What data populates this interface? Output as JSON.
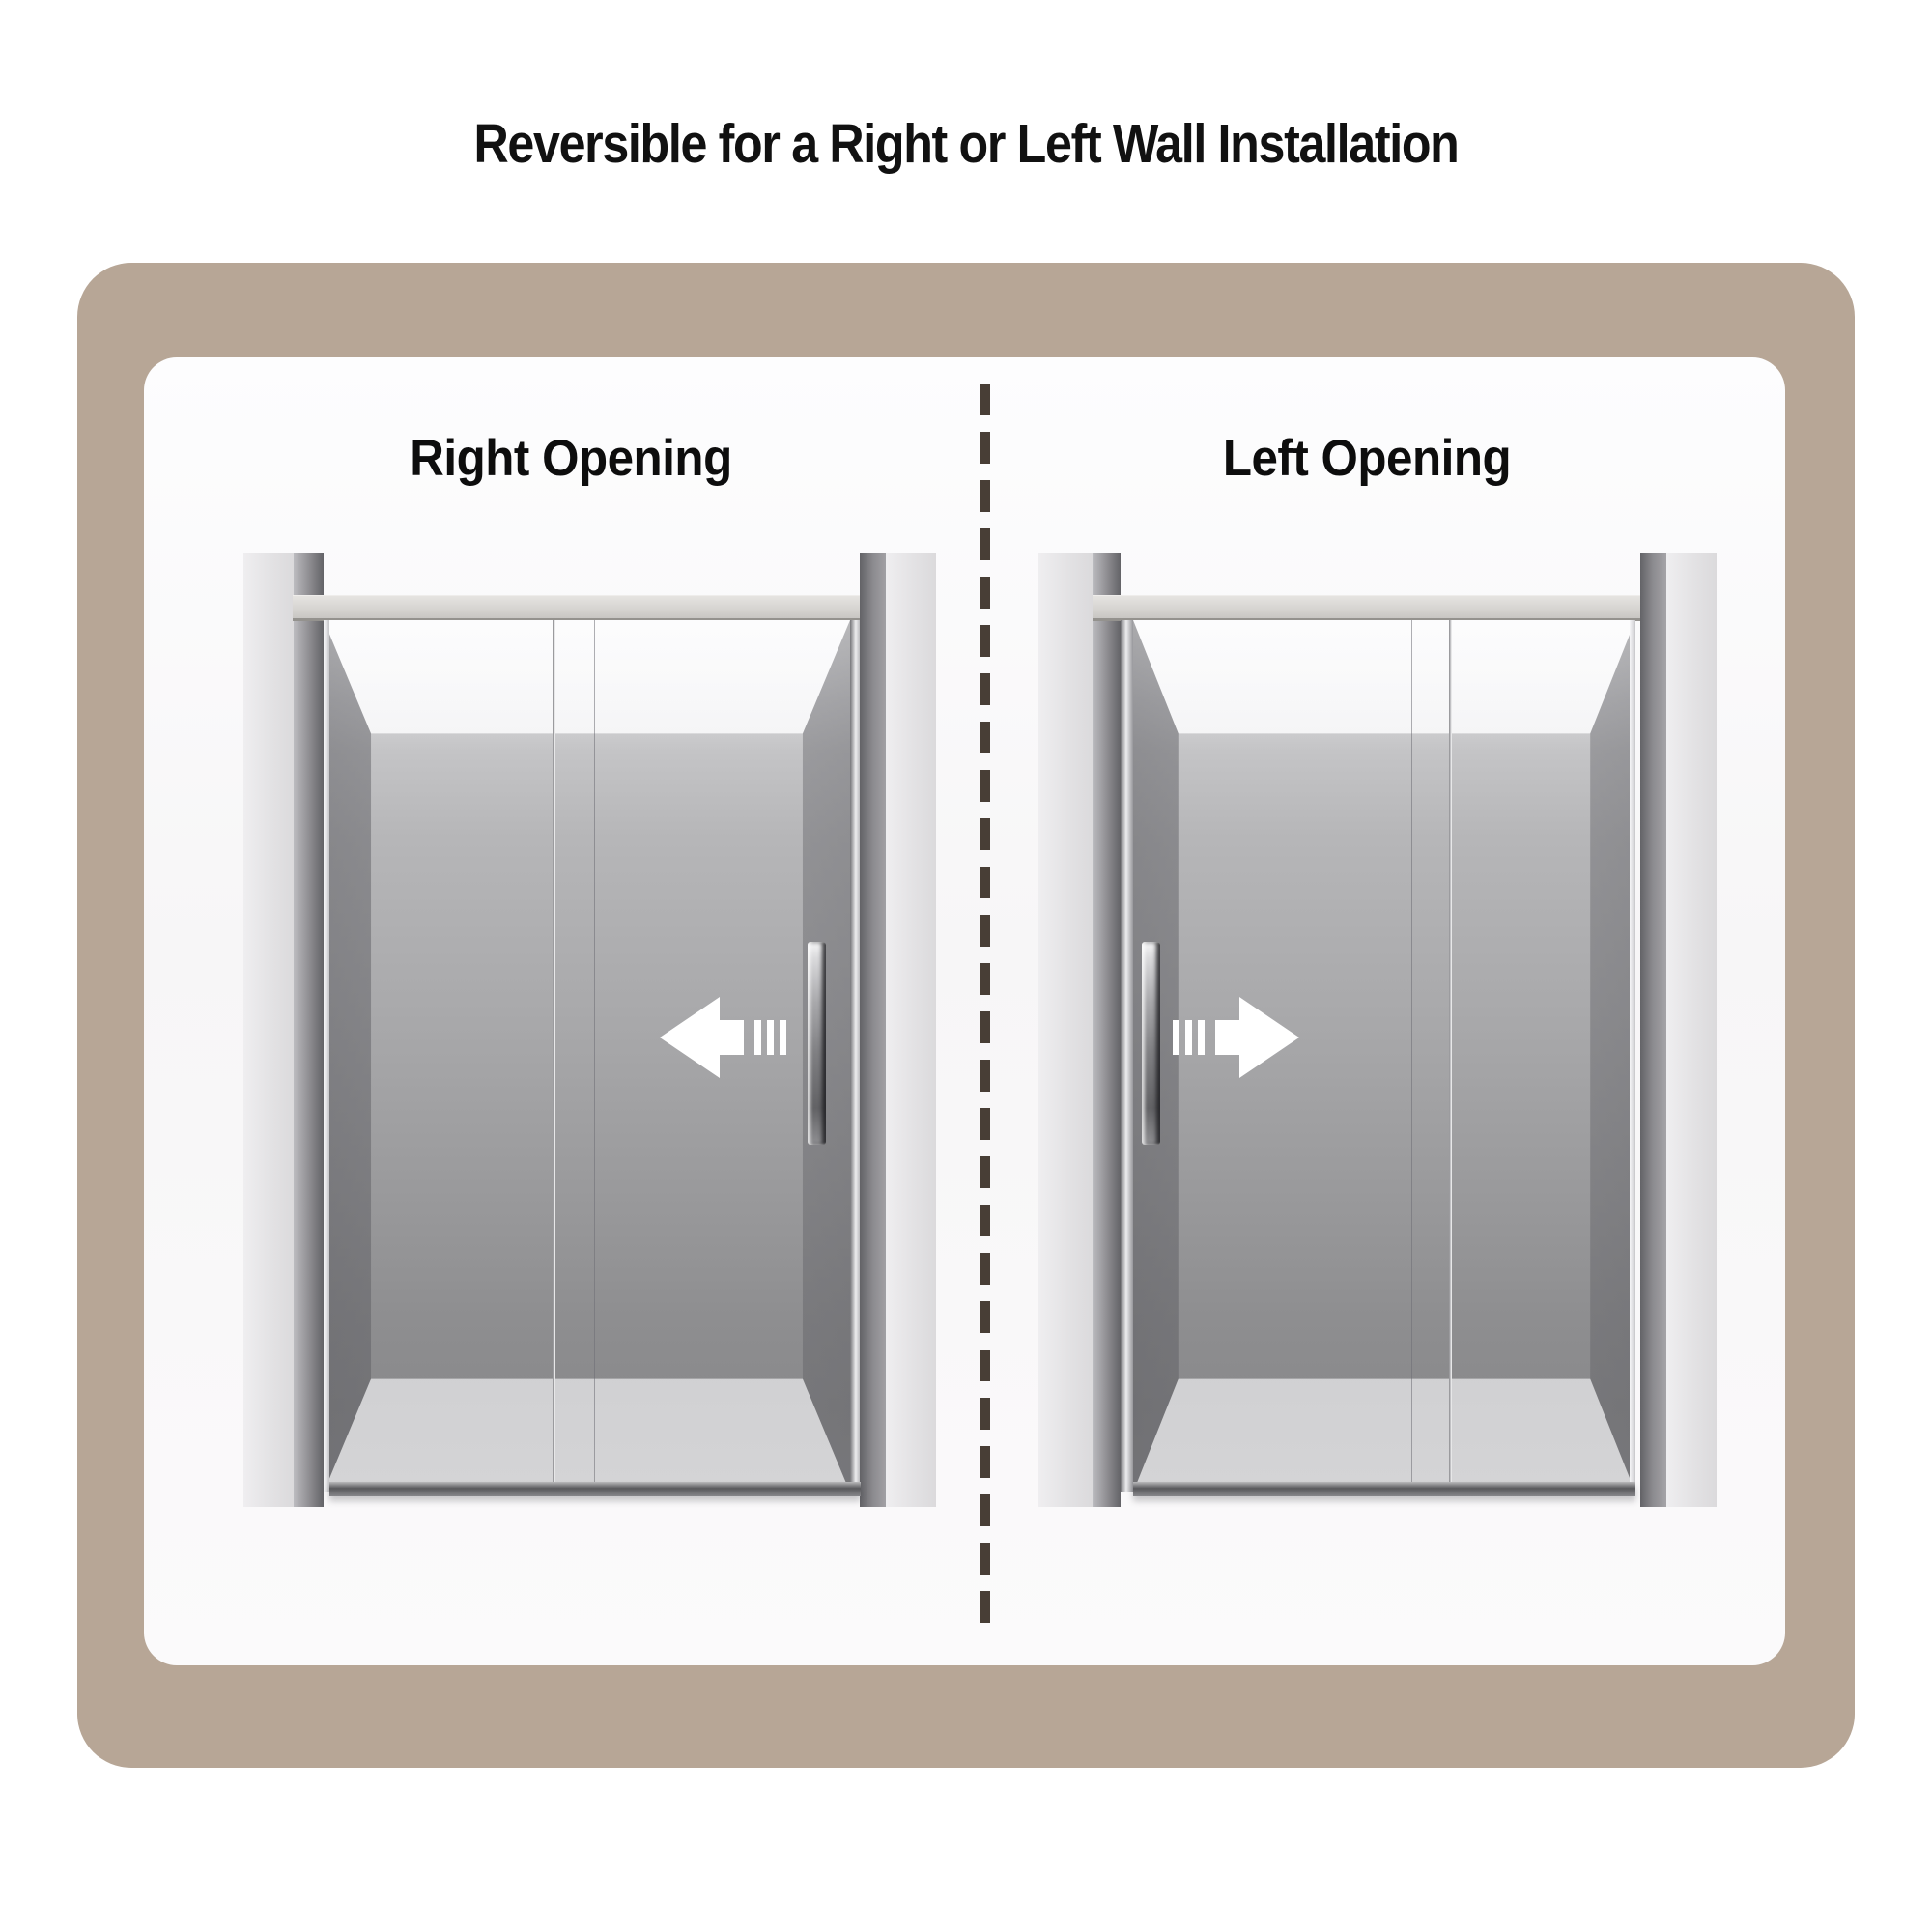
{
  "title": "Reversible for a Right or Left Wall Installation",
  "sections": [
    {
      "id": "right-opening",
      "label": "Right Opening",
      "arrow_direction": "left",
      "arrow_icon": "arrow-left-icon",
      "handle_side": "right"
    },
    {
      "id": "left-opening",
      "label": "Left Opening",
      "arrow_direction": "right",
      "arrow_icon": "arrow-right-icon",
      "handle_side": "left"
    }
  ],
  "divider": {
    "style": "dashed",
    "orientation": "vertical"
  },
  "colors": {
    "backdrop_tan": "#b7a696",
    "panel_white": "#fbfafb",
    "divider_dash": "#483e36",
    "title_text": "#111111",
    "label_text": "#0d0d0d",
    "arrow_white": "#ffffff",
    "glass_gray": "#a9a9ab",
    "chrome_rail": "#d4d2cf"
  }
}
